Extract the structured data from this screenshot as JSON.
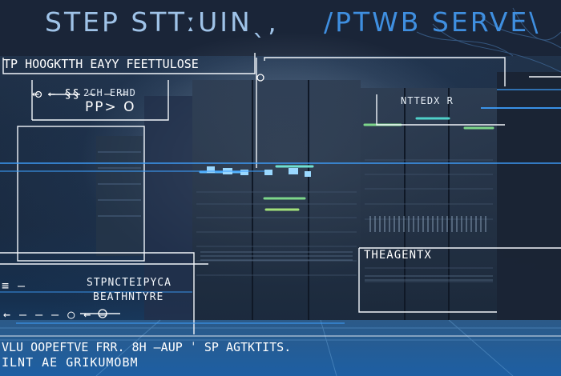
{
  "title": {
    "left": "STEP STTːUINˎ,",
    "right": "∕PTWB SERVE\\"
  },
  "labels": {
    "subtitle_line": "TP HOOGKTTH EAYY FEETTULOSE",
    "label_small_top": "2CH ERHD",
    "label_pp": "PP> O",
    "label_right_top": "NTTEDX R",
    "label_right_mid": "THEAGENTX",
    "label_mid_1": "STPNCTEIPYCA",
    "label_mid_2": "BEATHNTYRE",
    "label_left_marker": "≡ —",
    "label_arrows": "← ← §§ — — —",
    "label_arrow_row": "← — — — ○ ← —",
    "label_bottom_1": "VLU OOPEFTVE FRR. 8H —AUP  ˈ SP AGTKTITS.",
    "label_bottom_2": "ILNT  AE  GRIKUMOBM"
  },
  "colors": {
    "accent": "#3f8fe0",
    "line": "#ffffff",
    "glow": "#5ab8ff",
    "green_led": "#7dd68a"
  }
}
